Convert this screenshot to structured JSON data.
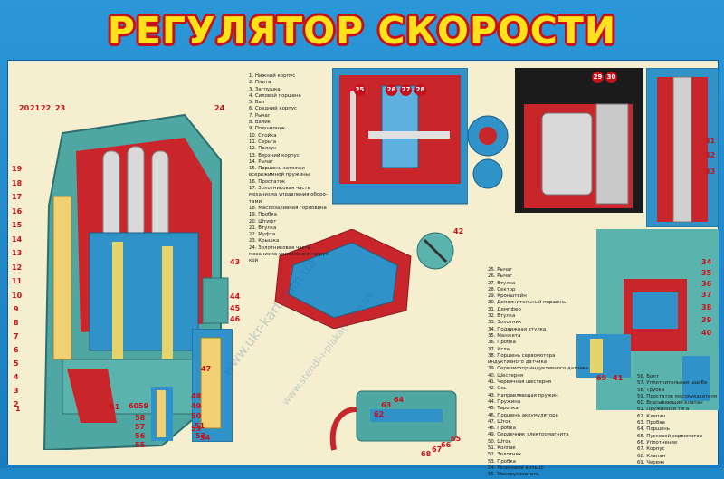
{
  "poster": {
    "title": "РЕГУЛЯТОР СКОРОСТИ",
    "watermark_1": "www.ukr-kart.com.ua",
    "watermark_2": "www.stendi-i-plakati.com.ua"
  },
  "colors": {
    "background": "#1f86c8",
    "panel": "#f6efcf",
    "title_fill": "#ffe31a",
    "title_outline": "#c8101a",
    "machine_teal": "#4fa7a4",
    "machine_red": "#c8262b",
    "machine_blue": "#2f93c9"
  },
  "legend_left": [
    "1. Нижний корпус",
    "2. Плита",
    "3. Заглушка",
    "4. Силовой поршень",
    "5. Вал",
    "6. Средний корпус",
    "7. Рычаг",
    "8. Валик",
    "9. Подшипник",
    "10. Стойка",
    "11. Серьга",
    "12. Ползун",
    "13.   Верхний корпус",
    "14. Рычаг",
    "15.   Поршень затяжки",
    "всережимной пружины",
    "16. Простаток",
    "17. Золотниковая часть",
    "механизма управления оборо-",
    "тами",
    "18. Маслозаливная горловина",
    "19. Пробка",
    "20. Штифт",
    "21. Втулка",
    "22. Муфта",
    "23. Крышка",
    "24. Золотниковая часть",
    "механизма управления нагруз-",
    "кой"
  ],
  "legend_middle": [
    "25. Рычаг",
    "26. Рычаг",
    "27. Втулка",
    "28. Сектор",
    "29.    Кронштейн",
    "30. Дополнительный поршень",
    "31. Демпфер",
    "32.    Втулка",
    "33. Золотник",
    "34. Подвижная втулка",
    "35. Манжета",
    "36. Пробка",
    "37. Игла",
    "38. Поршень сервомотора",
    "индуктивного датчика",
    "39. Сервомотор индуктивного датчика",
    "40. Шестерня",
    "41. Червячная шестерня",
    "42. Ось",
    "43. Направляющая пружин",
    "44. Пружина",
    "45. Тарелка",
    "46. Поршень аккумулятора",
    "47. Шток",
    "48. Пробка",
    "49. Сердечник электромагнита",
    "50. Шток",
    "51. Колпак",
    "52. Золотник",
    "53. Пробка",
    "54. Резиновое кольцо",
    "55. Маслоуказатель"
  ],
  "legend_right": [
    "56. Болт",
    "57. Уплотнительная шайба",
    "58. Трубка",
    "59. Простаток маслоуказателя",
    "60. Всасывающий клапан",
    "61. Пружинная тяга",
    "62. Клапан",
    "63. Пробка",
    "64.    Поршень",
    "65.    Пусковой сервомотор",
    "66.    Уплотнение",
    "67. Корпус",
    "68. Клапан",
    "69. Червяк"
  ],
  "callouts_main_left": [
    "20",
    "21",
    "22",
    "23",
    "19",
    "18",
    "17",
    "16",
    "15",
    "14",
    "13",
    "12",
    "11",
    "10",
    "9",
    "8",
    "7",
    "6",
    "5",
    "4",
    "3",
    "2",
    "1"
  ],
  "callouts_main_right": [
    "24",
    "43",
    "44",
    "45",
    "46",
    "47",
    "61",
    "60",
    "59"
  ],
  "callouts_small_cut": [
    "48",
    "49",
    "50",
    "51",
    "52",
    "58",
    "57",
    "56",
    "55",
    "53",
    "54"
  ],
  "callouts_top_section": [
    "25",
    "26",
    "27",
    "28",
    "42",
    "29",
    "30"
  ],
  "callouts_right_section": [
    "31",
    "32",
    "33",
    "34",
    "35",
    "36",
    "37",
    "38",
    "39",
    "40"
  ],
  "callouts_bottom_right": [
    "69",
    "41"
  ],
  "callouts_starter": [
    "62",
    "63",
    "64",
    "68",
    "67",
    "66",
    "65"
  ]
}
